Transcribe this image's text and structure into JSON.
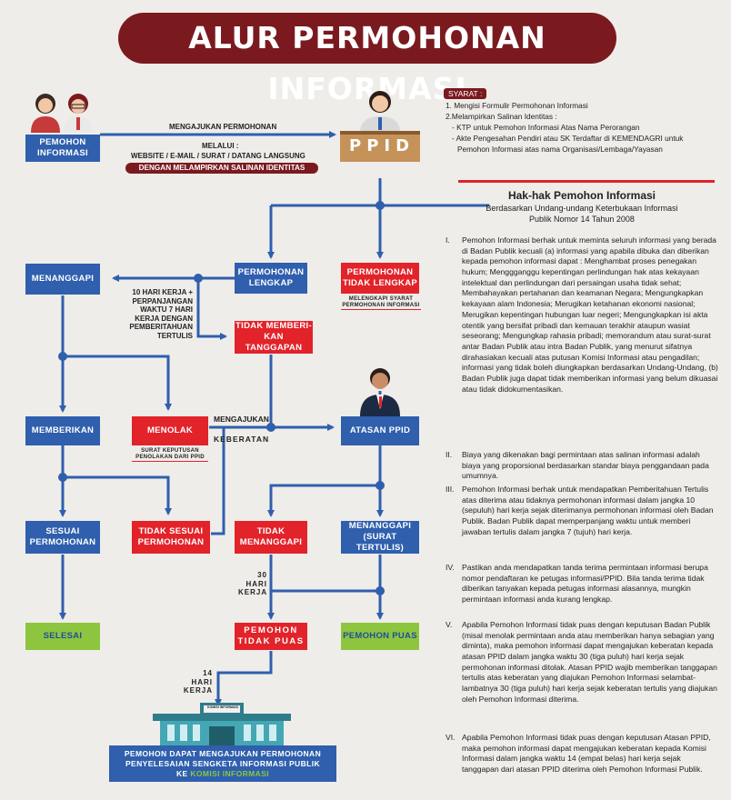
{
  "title": "ALUR PERMOHONAN INFORMASI",
  "colors": {
    "primary": "#2f5fad",
    "red": "#e2232a",
    "green": "#8dc53f",
    "maroon": "#7a1a1f"
  },
  "flow": {
    "pemohon": "PEMOHON INFORMASI",
    "ppid_sign": "PPID",
    "mengajukan": "MENGAJUKAN PERMOHONAN",
    "melalui": "MELALUI :",
    "channels": "WEBSITE / E-MAIL / SURAT / DATANG LANGSUNG",
    "dengan": "DENGAN MELAMPIRKAN SALINAN IDENTITAS",
    "lengkap": "PERMOHONAN LENGKAP",
    "tidak_lengkap": "PERMOHONAN TIDAK LENGKAP",
    "tidak_lengkap_note": "MELENGKAPI SYARAT PERMOHONAN INFORMASI",
    "menanggapi": "MENANGGAPI",
    "hari_kerja_note": "10 HARI KERJA + PERPANJANGAN WAKTU 7 HARI KERJA DENGAN PEMBERITAHUAN TERTULIS",
    "tidak_memberi": "TIDAK MEMBERI-KAN TANGGAPAN",
    "memberikan": "MEMBERIKAN",
    "menolak": "MENOLAK",
    "menolak_note": "SURAT KEPUTUSAN PENOLAKAN DARI PPID",
    "mengajukan_keberatan_1": "MENGAJUKAN",
    "mengajukan_keberatan_2": "KEBERATAN",
    "atasan": "ATASAN PPID",
    "sesuai": "SESUAI PERMOHONAN",
    "tidak_sesuai": "TIDAK SESUAI PERMOHONAN",
    "tidak_menanggapi": "TIDAK MENANGGAPI",
    "menanggapi_tertulis": "MENANGGAPI (SURAT TERTULIS)",
    "hari30": "30 HARI KERJA",
    "selesai": "SELESAI",
    "tidak_puas": "PEMOHON TIDAK PUAS",
    "puas": "PEMOHON PUAS",
    "hari14": "14 HARI KERJA",
    "building_sign": "KOMISI INFORMASI",
    "bottom_1": "PEMOHON DAPAT MENGAJUKAN PERMOHONAN",
    "bottom_2": "PENYELESAIAN SENGKETA INFORMASI PUBLIK",
    "bottom_3a": "KE",
    "bottom_3b": "KOMISI INFORMASI"
  },
  "syarat": {
    "tag": "SYARAT :",
    "lines": [
      "1. Mengisi Formulir Permohonan Informasi",
      "2.Melampirkan Salinan Identitas :",
      "- KTP untuk Pemohon Informasi Atas Nama Perorangan",
      "- Akte Pengesahan Pendiri atau SK Terdaftar di KEMENDAGRI untuk",
      "Pemohon Informasi atas nama Organisasi/Lembaga/Yayasan"
    ]
  },
  "hak": {
    "title": "Hak-hak Pemohon Informasi",
    "subtitle_1": "Berdasarkan Undang-undang Keterbukaan Informasi",
    "subtitle_2": "Publik Nomor 14 Tahun 2008",
    "items": [
      {
        "num": "I.",
        "text": "Pemohon Informasi berhak untuk meminta seluruh informasi yang berada di Badan Publik kecuali (a) informasi yang apabila dibuka dan diberikan kepada pemohon informasi dapat : Menghambat proses penegakan hukum; Menggganggu kepentingan perlindungan hak atas kekayaan intelektual dan perlindungan dari persaingan usaha tidak sehat; Membahayakan pertahanan dan keamanan Negara; Mengungkapkan kekayaan alam Indonesia; Merugikan ketahanan ekonomi nasional; Merugikan kepentingan hubungan luar negeri; Mengungkapkan isi akta otentik yang bersifat pribadi dan kemauan terakhir ataupun wasiat seseorang; Mengungkap rahasia pribadi; memorandum atau surat-surat antar Badan Publik atau intra Badan Publik, yang menurut sifatnya dirahasiakan kecuali atas putusan Komisi Informasi atau pengadilan; informasi yang tidak boleh diungkapkan berdasarkan Undang-Undang, (b) Badan Publik juga dapat tidak memberikan informasi yang belum dikuasai atau tidak didokumentasikan."
      },
      {
        "num": "II.",
        "text": "Biaya yang dikenakan bagi permintaan atas salinan informasi adalah biaya yang proporsional berdasarkan standar biaya penggandaan pada umumnya."
      },
      {
        "num": "III.",
        "text": "Pemohon Informasi berhak untuk  mendapatkan Pemberitahuan Tertulis atas diterima atau tidaknya permohonan informasi dalam jangka 10 (sepuluh) hari kerja sejak diterimanya permohonan informasi oleh Badan Publik. Badan Publik dapat memperpanjang waktu untuk memberi jawaban tertulis dalam  jangka  7 (tujuh) hari kerja."
      },
      {
        "num": "IV.",
        "text": "Pastikan anda mendapatkan tanda terima permintaan informasi berupa nomor pendaftaran ke petugas informasi/PPID. Bila tanda terima tidak diberikan tanyakan kepada petugas informasi alasannya, mungkin permintaan informasi anda kurang lengkap."
      },
      {
        "num": "V.",
        "text": "Apabila Pemohon Informasi tidak puas dengan keputusan Badan Publik (misal menolak permintaan anda atau memberikan hanya sebagian yang diminta), maka pemohon informasi dapat mengajukan keberatan kepada atasan PPID dalam jangka waktu 30 (tiga puluh) hari kerja sejak permohonan informasi ditolak. Atasan PPID wajib memberikan tanggapan tertulis atas keberatan yang diajukan  Pemohon Informasi selambat-lambatnya 30 (tiga puluh) hari kerja sejak keberatan tertulis yang diajukan oleh Pemohon Informasi diterima."
      },
      {
        "num": "VI.",
        "text": "Apabila Pemohon Informasi tidak puas dengan keputusan Atasan PPID, maka pemohon informasi dapat mengajukan keberatan kepada Komisi Informasi dalam jangka waktu 14 (empat belas) hari kerja sejak tanggapan  dari atasan PPID diterima oleh Pemohon Informasi Publik."
      }
    ]
  }
}
